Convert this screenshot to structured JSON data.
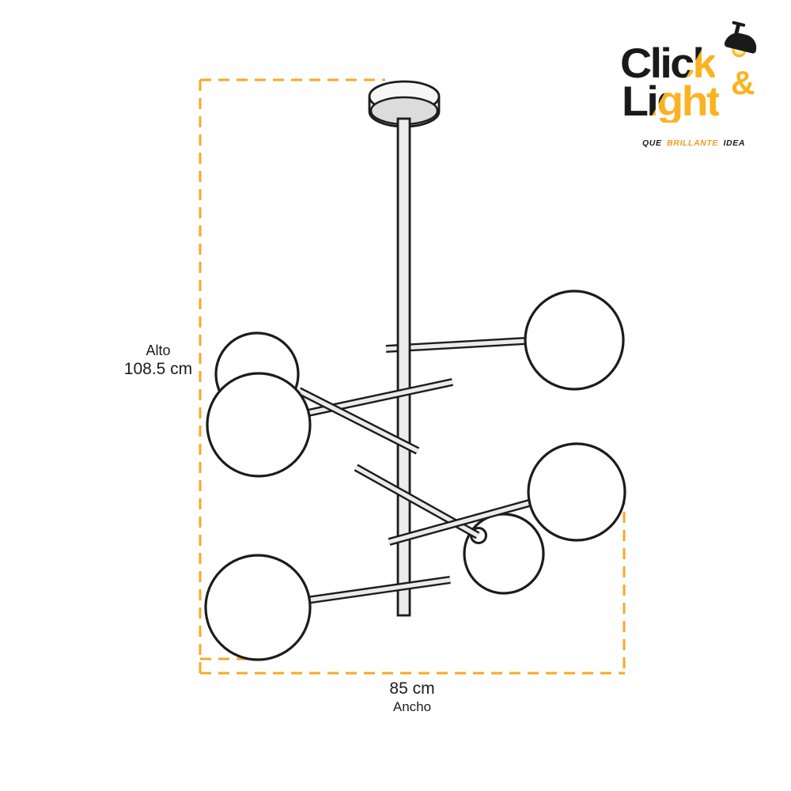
{
  "colors": {
    "brand_black": "#1A1A1A",
    "brand_yellow": "#F9B322",
    "brand_orange": "#F29C1F",
    "dash_orange": "#F9A826",
    "line_dark": "#1C1C1C",
    "metal_light": "#EBEBEB",
    "metal_mid": "#DCDCDC",
    "canopy_light": "#F6F6F6",
    "sphere_fill": "#FFFFFF"
  },
  "brand": {
    "name_line1": "Click",
    "ampersand": "&",
    "name_line2": "Light",
    "tagline": {
      "word1": "QUE",
      "word2": "BRILLANTE",
      "word3": "IDEA"
    }
  },
  "dimensions": {
    "height": {
      "label": "Alto",
      "value": "108.5 cm"
    },
    "width": {
      "label": "Ancho",
      "value": "85 cm"
    }
  }
}
